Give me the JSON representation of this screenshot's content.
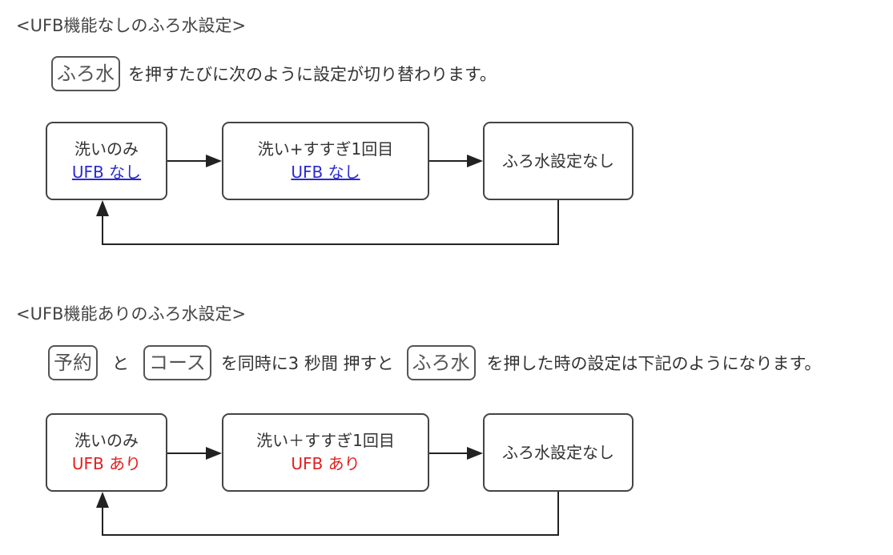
{
  "section1": {
    "title": "<UFB機能なしのふろ水設定>",
    "key": "ふろ水",
    "instruction": "を押すたびに次のように設定が切り替わります。",
    "steps": [
      {
        "line1": "洗いのみ",
        "line2": "UFB なし"
      },
      {
        "line1": "洗い+すすぎ1回目",
        "line2": "UFB なし"
      },
      {
        "line1": "ふろ水設定なし"
      }
    ]
  },
  "section2": {
    "title": "<UFB機能ありのふろ水設定>",
    "key1": "予約",
    "and": "と",
    "key2": "コース",
    "text1": "を同時に3 秒間 押すと",
    "key3": "ふろ水",
    "text2": "を押した時の設定は下記のようになります。",
    "steps": [
      {
        "line1": "洗いのみ",
        "line2": "UFB あり"
      },
      {
        "line1": "洗い＋すすぎ1回目",
        "line2": "UFB あり"
      },
      {
        "line1": "ふろ水設定なし"
      }
    ]
  },
  "colors": {
    "ufb_off": "#2a2ad0",
    "ufb_on": "#e02020"
  }
}
